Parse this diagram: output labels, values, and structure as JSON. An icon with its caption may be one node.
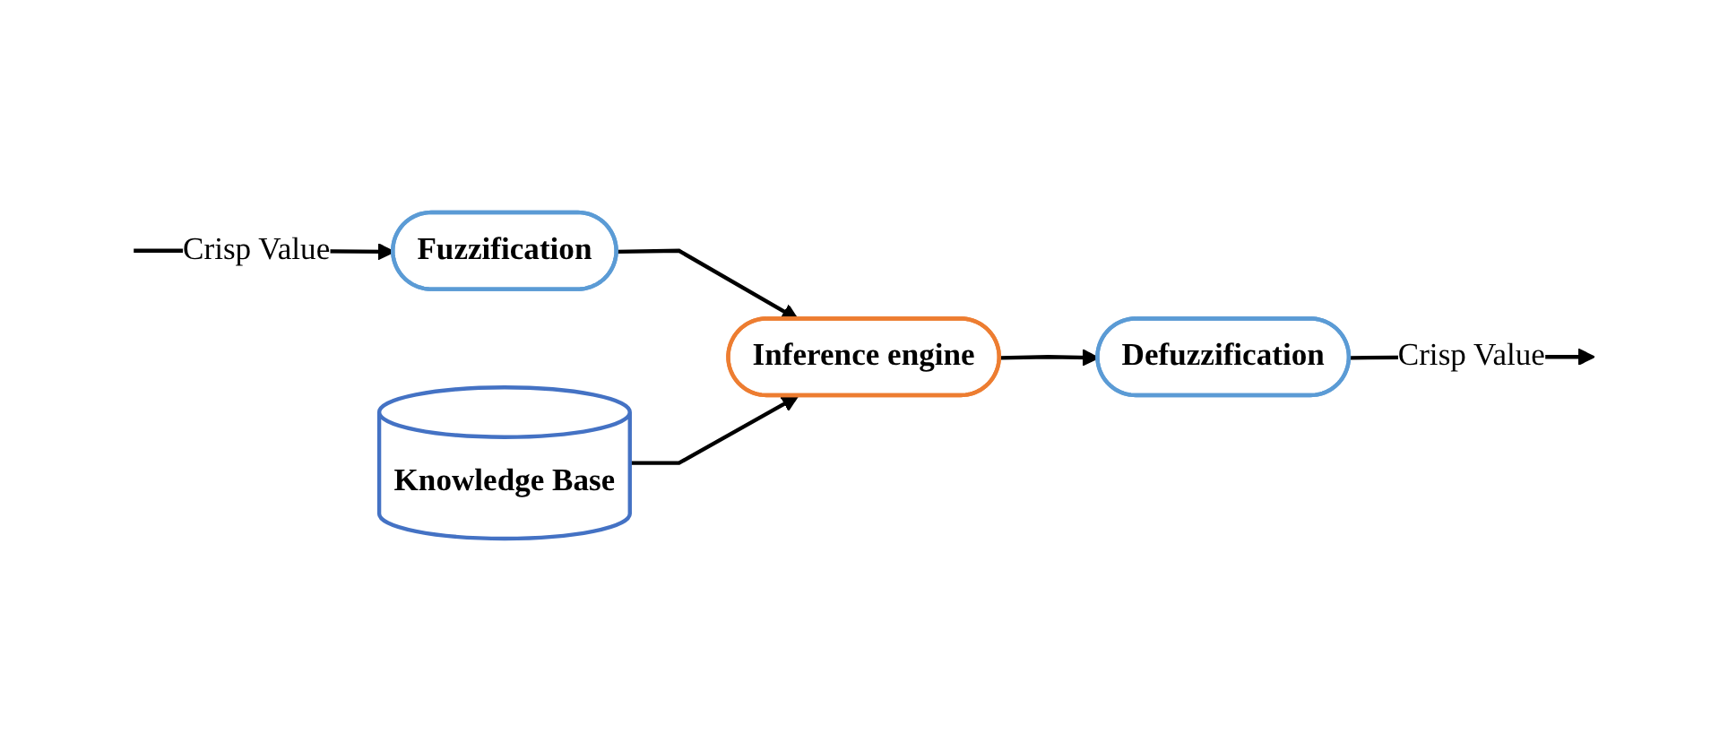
{
  "diagram": {
    "nodes": [
      {
        "text": [
          "Fuzzification"
        ]
      },
      {
        "text": [
          "Knowledge Base"
        ]
      },
      {
        "text": [
          "Inference engine"
        ]
      },
      {
        "text": [
          "Defuzzification"
        ]
      }
    ],
    "edges": [
      {
        "from": null,
        "to": 0,
        "arrow": "to",
        "label": "Crisp Value"
      },
      {
        "from": 0,
        "to": 2,
        "arrow": "to"
      },
      {
        "from": 1,
        "to": 2,
        "arrow": "to"
      },
      {
        "from": 2,
        "to": 3,
        "arrow": "to"
      },
      {
        "from": 3,
        "to": null,
        "arrow": "to",
        "label": "Crisp Value"
      }
    ]
  }
}
